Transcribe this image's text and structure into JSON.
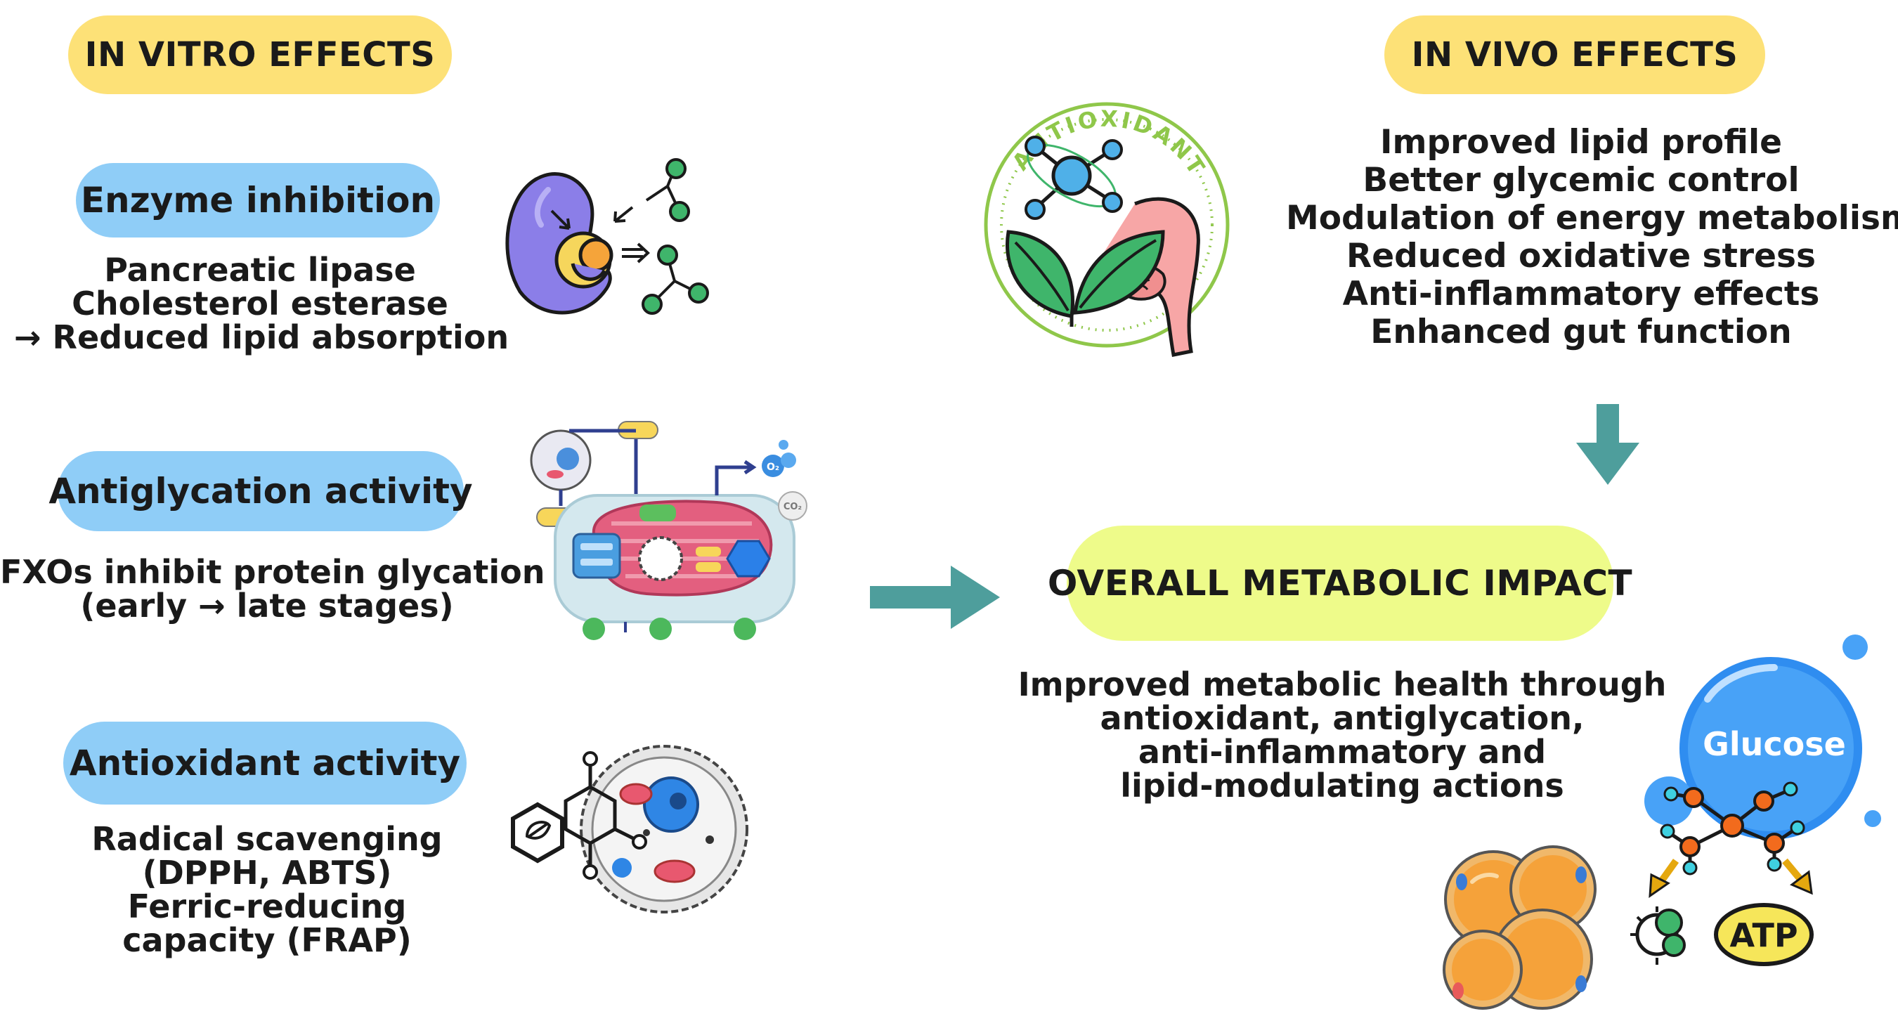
{
  "in_vitro": {
    "header": "IN VITRO EFFECTS",
    "enzyme": {
      "title": "Enzyme inhibition",
      "lines": [
        "Pancreatic lipase",
        "Cholesterol esterase",
        "→ Reduced lipid absorption"
      ]
    },
    "antiglycation": {
      "title": "Antiglycation activity",
      "lines": [
        "FXOs inhibit protein glycation",
        "(early → late stages)"
      ]
    },
    "antioxidant": {
      "title": "Antioxidant activity",
      "lines": [
        "Radical scavenging",
        "(DPPH, ABTS)",
        "Ferric-reducing",
        "capacity (FRAP)"
      ]
    }
  },
  "in_vivo": {
    "header": "IN VIVO EFFECTS",
    "lines": [
      "Improved lipid profile",
      "Better glycemic control",
      "Modulation of energy metabolism",
      "Reduced oxidative stress",
      "Anti-inflammatory effects",
      "Enhanced gut function"
    ]
  },
  "overall": {
    "header": "OVERALL METABOLIC IMPACT",
    "lines": [
      "Improved metabolic health through",
      "antioxidant, antiglycation,",
      "anti-inflammatory and",
      "lipid-modulating actions"
    ]
  },
  "icons": {
    "antioxidant_badge_text": "ANTIOXIDANT",
    "glucose_label": "Glucose",
    "atp_label": "ATP",
    "o2_label": "O₂",
    "co2_label": "CO₂"
  },
  "colors": {
    "yellow_pill": "#fde177",
    "blue_pill": "#8fcdf7",
    "lime_pill": "#eefb8a",
    "arrow": "#4e9e9c"
  }
}
